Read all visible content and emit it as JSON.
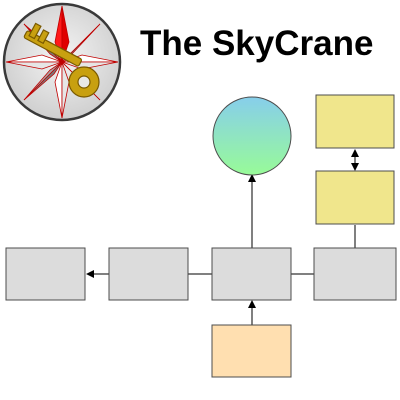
{
  "title": "The SkyCrane",
  "icons": {
    "logo": "compass-star-key-logo"
  },
  "colors": {
    "gray_box": "#dcdcdc",
    "yellow_box": "#f0e68c",
    "orange_box": "#ffdfb0",
    "circle_top": "#87ceeb",
    "circle_bottom": "#98fb98",
    "logo_red": "#ff0000",
    "logo_key": "#c8a010",
    "logo_disc": "#e8e8e8"
  },
  "diagram": {
    "nodes": [
      {
        "id": "gray-box-1",
        "shape": "rectangle",
        "color": "gray"
      },
      {
        "id": "gray-box-2",
        "shape": "rectangle",
        "color": "gray"
      },
      {
        "id": "gray-box-3",
        "shape": "rectangle",
        "color": "gray"
      },
      {
        "id": "gray-box-4",
        "shape": "rectangle",
        "color": "gray"
      },
      {
        "id": "orange-box",
        "shape": "rectangle",
        "color": "orange"
      },
      {
        "id": "green-circle",
        "shape": "circle",
        "color": "gradient"
      },
      {
        "id": "yellow-box-lower",
        "shape": "rectangle",
        "color": "yellow"
      },
      {
        "id": "yellow-box-upper",
        "shape": "rectangle",
        "color": "yellow"
      }
    ],
    "edges": [
      {
        "from": "gray-box-2",
        "to": "gray-box-1",
        "arrow": "end"
      },
      {
        "from": "gray-box-2",
        "to": "gray-box-3",
        "arrow": "none"
      },
      {
        "from": "gray-box-3",
        "to": "gray-box-4",
        "arrow": "none"
      },
      {
        "from": "gray-box-3",
        "to": "green-circle",
        "arrow": "end"
      },
      {
        "from": "orange-box",
        "to": "gray-box-3",
        "arrow": "end"
      },
      {
        "from": "gray-box-4",
        "to": "yellow-box-lower",
        "arrow": "none"
      },
      {
        "from": "yellow-box-lower",
        "to": "yellow-box-upper",
        "arrow": "both"
      }
    ]
  }
}
